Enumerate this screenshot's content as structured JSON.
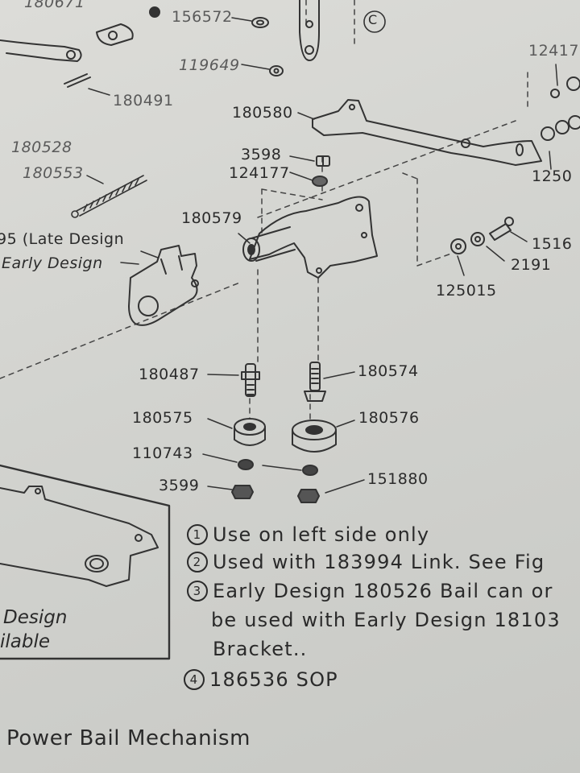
{
  "part_labels": {
    "p180671": "180671",
    "p156572": "156572",
    "p119649": "119649",
    "p180491": "180491",
    "p12417": "12417",
    "p180580": "180580",
    "p180528": "180528",
    "p180553": "180553",
    "p3598": "3598",
    "p124177": "124177",
    "p1250": "1250",
    "p180579": "180579",
    "late_design": "95 (Late Design",
    "early_design": "Early Design",
    "p1516": "1516",
    "p2191": "2191",
    "p125015": "125015",
    "p180487": "180487",
    "p180574": "180574",
    "p180575": "180575",
    "p180576": "180576",
    "p110743": "110743",
    "p3599": "3599",
    "p151880": "151880"
  },
  "notes": [
    {
      "marker": "1",
      "text": "Use on left side only"
    },
    {
      "marker": "2",
      "text": "Used with 183994 Link. See Fig"
    },
    {
      "marker": "3",
      "text": "Early Design 180526 Bail can or"
    },
    {
      "marker": "",
      "text": "be used with Early Design 18103"
    },
    {
      "marker": "",
      "text": "Bracket.."
    },
    {
      "marker": "4",
      "text": "186536 SOP"
    }
  ],
  "inset": {
    "line1": "Design",
    "line2": "ilable"
  },
  "corner_mark": "C",
  "caption": "Power Bail Mechanism"
}
